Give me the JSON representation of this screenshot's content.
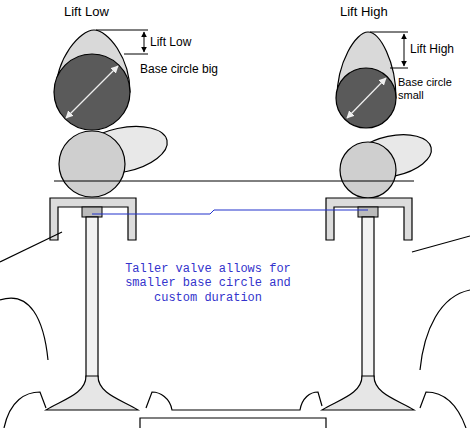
{
  "diagram": {
    "labels": [
      "Lift Low",
      "Lift Low",
      "Base circle big",
      "Lift High",
      "Lift High",
      "Base circle small",
      "Taller valve allows for smaller base circle and custom duration"
    ]
  }
}
